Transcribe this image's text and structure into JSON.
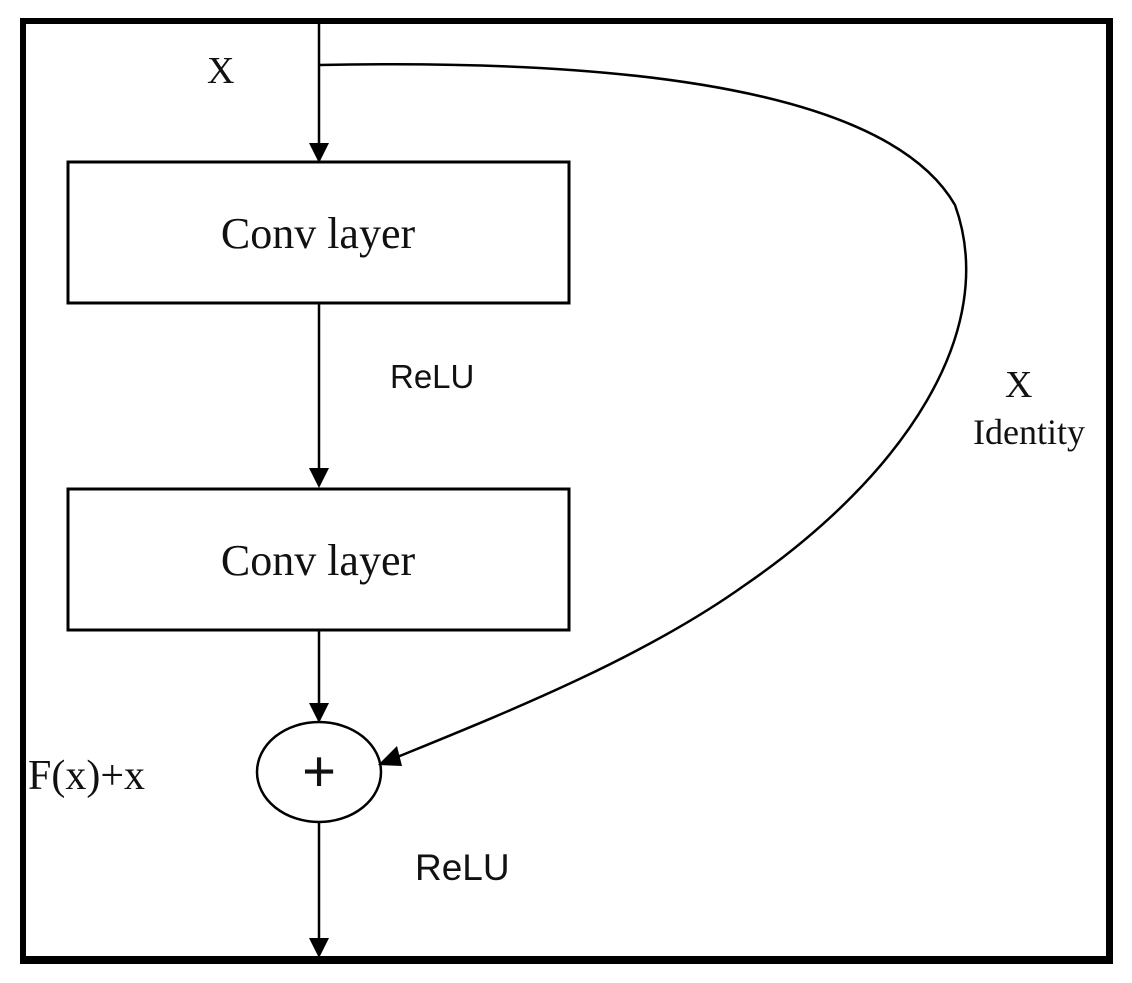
{
  "diagram": {
    "input_label": "X",
    "blocks": [
      {
        "label": "Conv layer"
      },
      {
        "label": "Conv layer"
      }
    ],
    "activation_1": "ReLU",
    "activation_2": "ReLU",
    "skip_label": "X",
    "skip_sublabel": "Identity",
    "sum_label": "F(x)+x",
    "sum_symbol": "+"
  }
}
